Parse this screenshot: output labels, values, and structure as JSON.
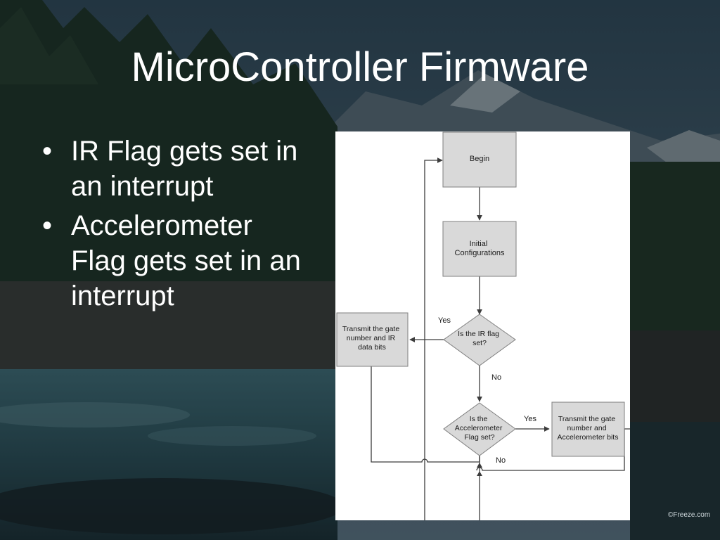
{
  "slide": {
    "title": "MicroController Firmware",
    "bullets": [
      {
        "text": "IR Flag gets set in an interrupt"
      },
      {
        "text": "Accelerometer Flag gets set in an interrupt"
      }
    ],
    "bullet_symbol": "•",
    "credit": "©Freeze.com"
  },
  "flowchart": {
    "nodes": {
      "begin": {
        "lines": [
          "Begin"
        ]
      },
      "init": {
        "lines": [
          "Initial",
          "Configurations"
        ]
      },
      "ir_decision": {
        "lines": [
          "Is the IR flag",
          "set?"
        ]
      },
      "ir_transmit": {
        "lines": [
          "Transmit the gate",
          "number and IR",
          "data bits"
        ]
      },
      "acc_decision": {
        "lines": [
          "Is the",
          "Accelerometer",
          "Flag set?"
        ]
      },
      "acc_transmit": {
        "lines": [
          "Transmit the gate",
          "number and",
          "Accelerometer bits"
        ]
      }
    },
    "edge_labels": {
      "ir_yes": "Yes",
      "ir_no": "No",
      "acc_yes": "Yes",
      "acc_no": "No"
    }
  },
  "colors": {
    "box_fill": "#d9d9d9",
    "box_stroke": "#7f7f7f",
    "line": "#3c3c3c",
    "text": "#1a1a1a"
  }
}
